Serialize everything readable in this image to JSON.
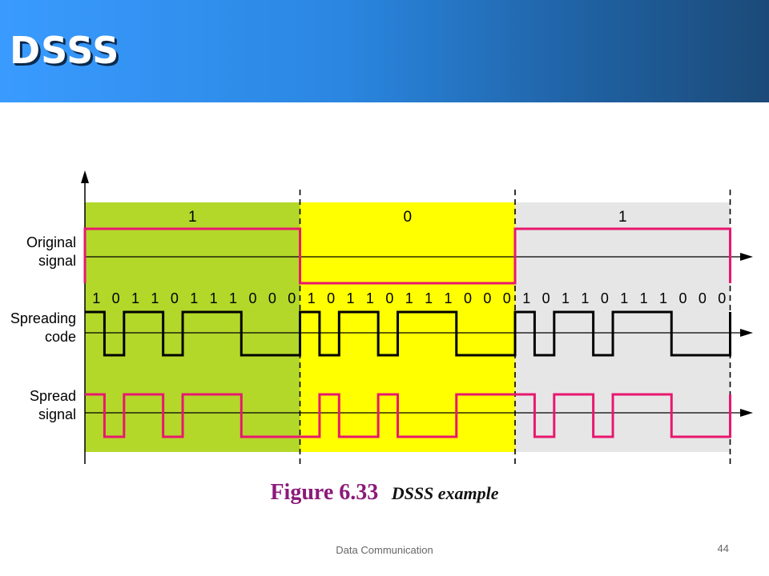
{
  "slide": {
    "title": "DSSS",
    "caption_number": "Figure 6.33",
    "caption_text": "DSSS example",
    "footer": "Data Communication",
    "page_number": "44"
  },
  "diagram": {
    "original_bits": [
      "1",
      "0",
      "1"
    ],
    "spreading_code": [
      "1",
      "0",
      "1",
      "1",
      "0",
      "1",
      "1",
      "1",
      "0",
      "0",
      "0"
    ],
    "rows": [
      {
        "id": "original",
        "label_lines": [
          "Original",
          "signal"
        ]
      },
      {
        "id": "spreading",
        "label_lines": [
          "Spreading",
          "code"
        ]
      },
      {
        "id": "spread",
        "label_lines": [
          "Spread",
          "signal"
        ]
      }
    ],
    "colors": {
      "segment_1": "#b3d82a",
      "segment_2": "#ffff00",
      "segment_3": "#e6e6e6",
      "signal": "#e8176f",
      "code": "#000000",
      "axis": "#000000"
    }
  }
}
